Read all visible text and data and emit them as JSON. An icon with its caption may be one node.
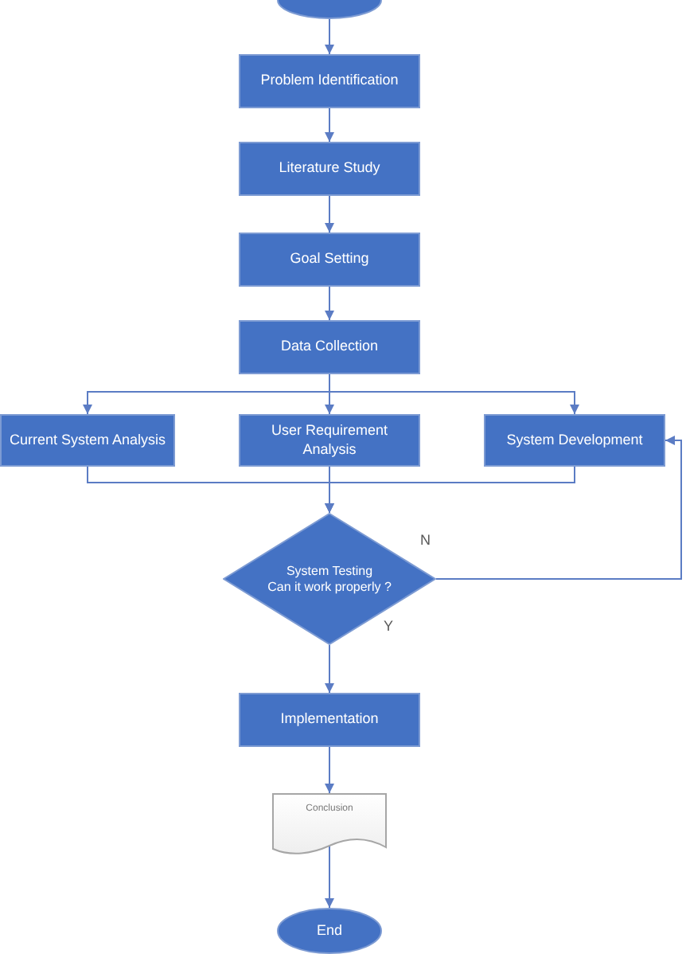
{
  "diagram": {
    "nodes": [
      {
        "text": [],
        "shape": "circle"
      },
      {
        "text": [
          "Problem Identification"
        ]
      },
      {
        "text": [
          "Literature Study"
        ]
      },
      {
        "text": [
          "Goal Setting"
        ]
      },
      {
        "text": [
          "Data Collection"
        ]
      },
      {
        "text": [
          "Current System Analysis"
        ]
      },
      {
        "text": [
          "User Requirement Analysis"
        ]
      },
      {
        "text": [
          "System Development"
        ]
      },
      {
        "text": [
          "System Testing",
          "Can it work properly ?"
        ]
      },
      {
        "text": [
          "Implementation"
        ]
      },
      {
        "text": [
          "Conclusion"
        ]
      },
      {
        "text": [
          "End"
        ]
      }
    ],
    "edges": [
      {
        "from": 0,
        "to": 1,
        "arrow": "to"
      },
      {
        "from": 1,
        "to": 2,
        "arrow": "to"
      },
      {
        "from": 2,
        "to": 3,
        "arrow": "to"
      },
      {
        "from": 3,
        "to": 4,
        "arrow": "to"
      },
      {
        "from": 4,
        "to": 5,
        "arrow": "to"
      },
      {
        "from": 4,
        "to": 6,
        "arrow": "to"
      },
      {
        "from": 4,
        "to": 7,
        "arrow": "to"
      },
      {
        "from": 5,
        "to": 8,
        "arrow": "to"
      },
      {
        "from": 6,
        "to": 8,
        "arrow": "to"
      },
      {
        "from": 7,
        "to": 8,
        "arrow": "to"
      },
      {
        "from": 8,
        "to": 7,
        "arrow": "to",
        "label": "N"
      },
      {
        "from": 8,
        "to": 9,
        "arrow": "to",
        "label": "Y"
      },
      {
        "from": 9,
        "to": 10,
        "arrow": "to"
      },
      {
        "from": 10,
        "to": 11,
        "arrow": "to"
      }
    ]
  }
}
